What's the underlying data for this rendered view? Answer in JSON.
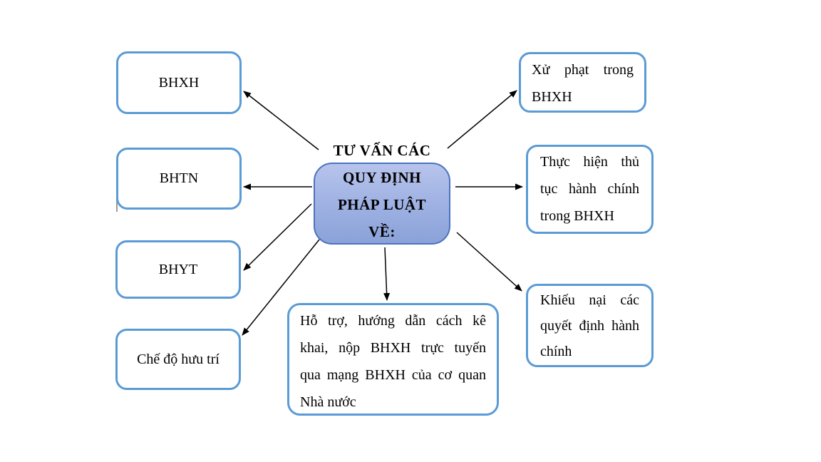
{
  "diagram": {
    "center": {
      "lines": [
        "TƯ VẤN CÁC",
        "QUY ĐỊNH",
        "PHÁP LUẬT",
        "VỀ:"
      ]
    },
    "nodes": [
      {
        "id": "bhxh",
        "label": "BHXH"
      },
      {
        "id": "bhtn",
        "label": "BHTN"
      },
      {
        "id": "bhyt",
        "label": "BHYT"
      },
      {
        "id": "che-do-huu-tri",
        "label": "Chế độ hưu trí"
      },
      {
        "id": "xu-phat",
        "label": "Xử phạt trong BHXH",
        "lines": [
          "Xử phạt trong",
          "BHXH"
        ]
      },
      {
        "id": "thu-tuc-hanh-chinh",
        "label": "Thực hiện thủ tục hành chính trong BHXH",
        "lines": [
          "Thực hiện thủ",
          "tục hành chính",
          "trong BHXH"
        ]
      },
      {
        "id": "khieu-nai",
        "label": "Khiếu nại các quyết định hành chính",
        "lines": [
          "Khiếu nại các",
          "quyết định hành",
          "chính"
        ]
      },
      {
        "id": "ho-tro",
        "label": "Hỗ trợ, hướng dẫn cách kê khai, nộp BHXH trực tuyến qua mạng BHXH của cơ quan Nhà nước",
        "lines": [
          "Hỗ trợ, hướng dẫn cách kê",
          "khai, nộp BHXH trực tuyến",
          "qua mạng BHXH của cơ quan",
          "Nhà nước"
        ]
      }
    ],
    "edges": [
      {
        "from": "center",
        "to": "bhxh"
      },
      {
        "from": "center",
        "to": "bhtn"
      },
      {
        "from": "center",
        "to": "bhyt"
      },
      {
        "from": "center",
        "to": "che-do-huu-tri"
      },
      {
        "from": "center",
        "to": "xu-phat"
      },
      {
        "from": "center",
        "to": "thu-tuc-hanh-chinh"
      },
      {
        "from": "center",
        "to": "khieu-nai"
      },
      {
        "from": "center",
        "to": "ho-tro"
      }
    ],
    "colors": {
      "node_border": "#5B9BD5",
      "node_fill": "#FFFFFF",
      "center_border": "#4B72C1",
      "center_fill_top": "#B7C4EC",
      "center_fill_bottom": "#8AA2D8",
      "arrow": "#000000",
      "text": "#000000"
    }
  }
}
